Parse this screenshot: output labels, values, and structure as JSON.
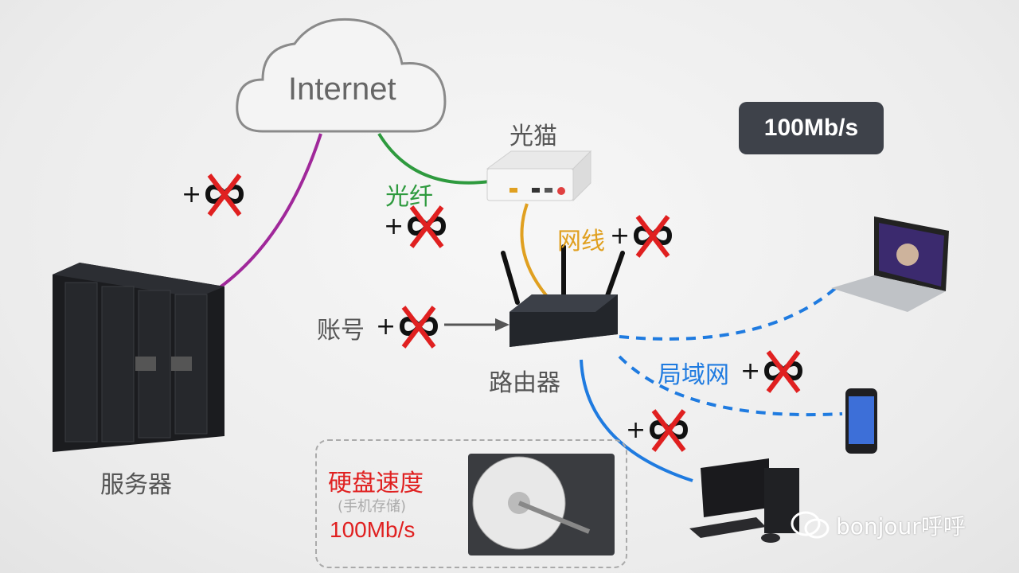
{
  "cloud": {
    "label": "Internet"
  },
  "speed_badge": {
    "label": "100Mb/s"
  },
  "modem": {
    "label": "光猫"
  },
  "router": {
    "label": "路由器"
  },
  "server": {
    "label": "服务器"
  },
  "fiber": {
    "label": "光纤"
  },
  "ethernet": {
    "label": "网线"
  },
  "account": {
    "label": "账号"
  },
  "lan": {
    "label": "局域网"
  },
  "disk": {
    "title": "硬盘速度",
    "subtitle": "(手机存储)",
    "speed": "100Mb/s"
  },
  "infinity_badge": {
    "plus": "+"
  },
  "watermark": {
    "label": "bonjour呼呼"
  },
  "colors": {
    "server_link": "#a0289a",
    "fiber": "#2e9a3e",
    "ethernet": "#e0a020",
    "wireless": "#1f7be0",
    "cross": "#e02020",
    "disk_text": "#e02020"
  }
}
